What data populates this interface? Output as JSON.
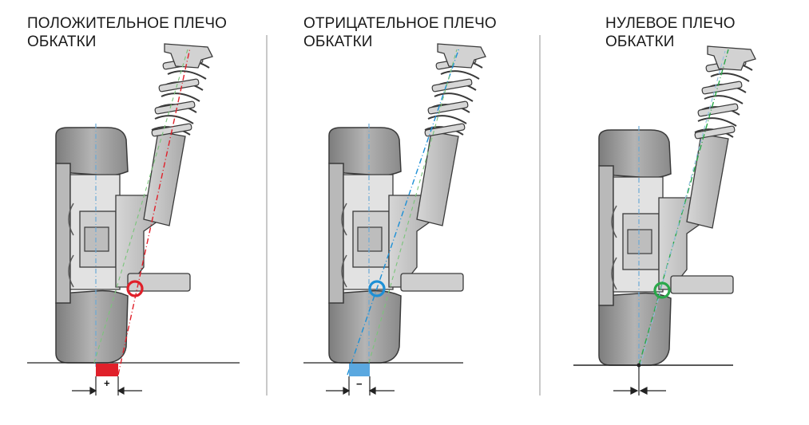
{
  "panels": [
    {
      "title": "ПОЛОЖИТЕЛЬНОЕ ПЛЕЧО\nОБКАТКИ",
      "sign": "+",
      "accent_color": "#e0202a"
    },
    {
      "title": "ОТРИЦАТЕЛЬНОЕ ПЛЕЧО\nОБКАТКИ",
      "sign": "−",
      "accent_color": "#1e90d6"
    },
    {
      "title": "НУЛЕВОЕ ПЛЕЧО\nОБКАТКИ",
      "sign": "",
      "accent_color": "#2aa84a"
    }
  ],
  "colors": {
    "part_fill": "#c9c9c9",
    "part_dark": "#8a8a8a",
    "outline": "#3a3a3a",
    "ground": "#222222"
  }
}
